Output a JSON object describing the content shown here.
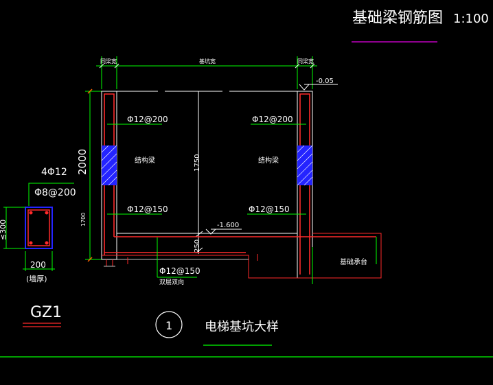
{
  "drawing": {
    "title": "基础梁钢筋图",
    "scale": "1:100",
    "detail_number": "1",
    "detail_title": "电梯基坑大样"
  },
  "column": {
    "label": "GZ1",
    "main_bars": "4Φ12",
    "stirrups": "Φ8@200",
    "height_dim": "≤300",
    "width_dim": "200",
    "width_note": "(墙厚)"
  },
  "pit": {
    "top_dims": {
      "left": "同梁宽",
      "center": "基坑宽",
      "right": "同梁宽"
    },
    "elev_top": "-0.05",
    "elev_bottom": "-1.600",
    "height_outer": "2000",
    "height_inner": "1750",
    "height_lower": "1700",
    "slab_thickness": "250",
    "rebar_left_upper": "Φ12@200",
    "rebar_right_upper": "Φ12@200",
    "beam_left": "结构梁",
    "beam_right": "结构梁",
    "rebar_left_lower": "Φ12@150",
    "rebar_right_lower": "Φ12@150",
    "slab_rebar": "Φ12@150",
    "slab_note": "双层双向",
    "foundation_label": "基础承台"
  },
  "colors": {
    "background": "#000000",
    "line_white": "#ffffff",
    "line_green": "#00ff00",
    "line_red": "#ff2a2a",
    "hatch_blue": "#2424ff",
    "underline_magenta": "#c000c0"
  }
}
